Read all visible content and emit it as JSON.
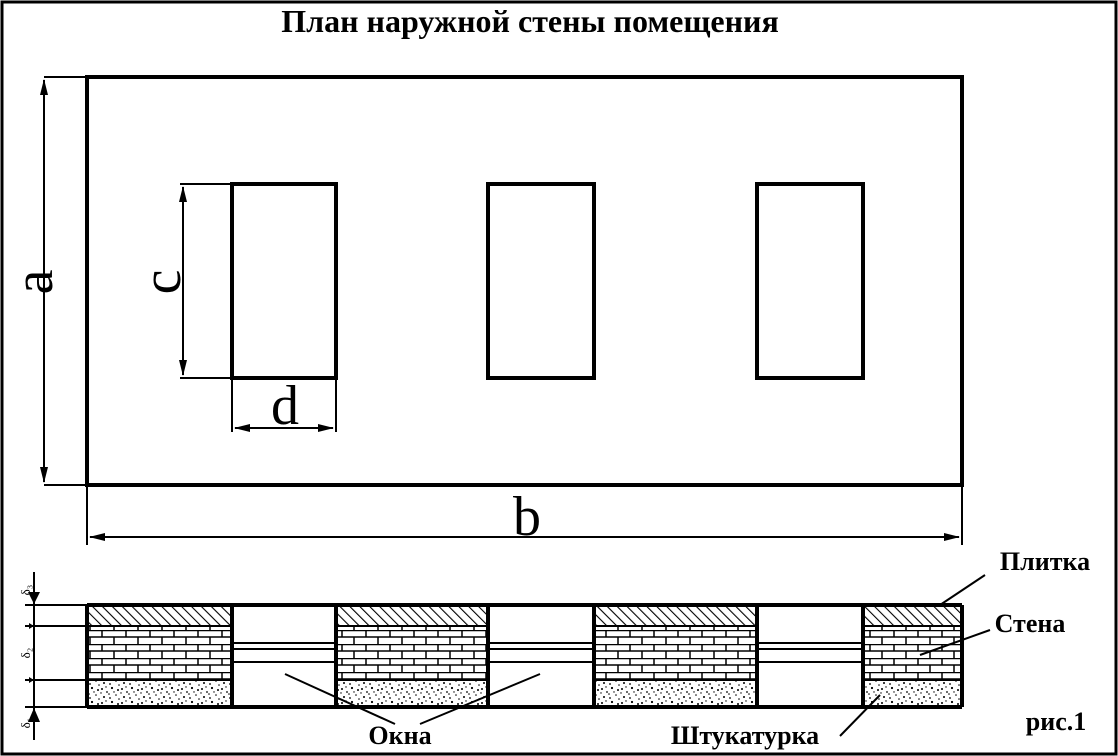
{
  "title": "План наружной стены помещения",
  "dimensions": {
    "a": "a",
    "b": "b",
    "c": "c",
    "d": "d"
  },
  "layer_thickness": {
    "d1": "δ₁",
    "d2": "δ₂",
    "d3": "δ₃"
  },
  "labels": {
    "tile": "Плитка",
    "wall": "Стена",
    "windows": "Окна",
    "plaster": "Штукатурка"
  },
  "figure_caption": "рис.1"
}
